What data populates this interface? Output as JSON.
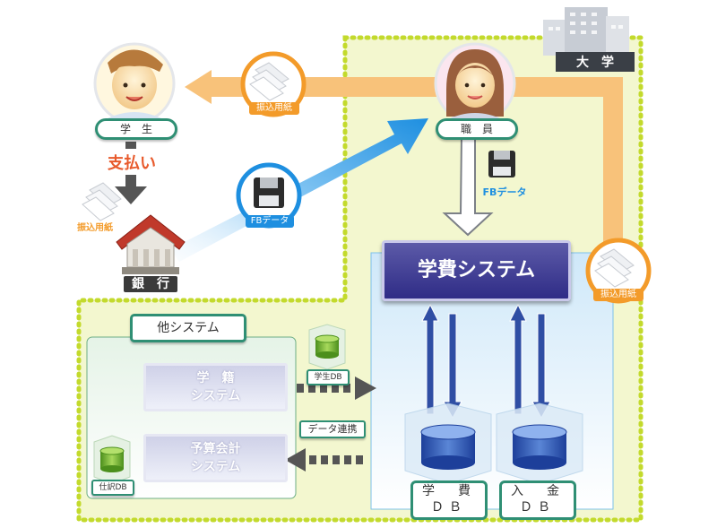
{
  "actors": {
    "student": "学　生",
    "staff": "職　員",
    "university": "大　学",
    "bank": "銀　行"
  },
  "flows": {
    "payment": "支払い",
    "transfer_form_top": "振込用紙",
    "transfer_form_left": "振込用紙",
    "transfer_form_right": "振込用紙",
    "fb_data_bank": "FBデータ",
    "fb_data_staff": "FBデータ",
    "data_link": "データ連携"
  },
  "main_system": {
    "title": "学費システム",
    "db_tuition": "学　費\nＤＢ",
    "db_tuition_line1": "学　費",
    "db_tuition_line2": "ＤＢ",
    "db_deposit_line1": "入　金",
    "db_deposit_line2": "ＤＢ"
  },
  "other_systems": {
    "header": "他システム",
    "registry_line1": "学　籍",
    "registry_line2": "システム",
    "budget_line1": "予算会計",
    "budget_line2": "システム",
    "student_db": "学生DB",
    "journal_db": "仕訳DB"
  },
  "colors": {
    "campus_bg": "#f3f7cf",
    "campus_border": "#c3da2c",
    "orange_arrow": "#f8c27a",
    "blue_arrow": "#1e8fe0",
    "system_box": "#3a3791",
    "teal_outline": "#2f8f74"
  }
}
